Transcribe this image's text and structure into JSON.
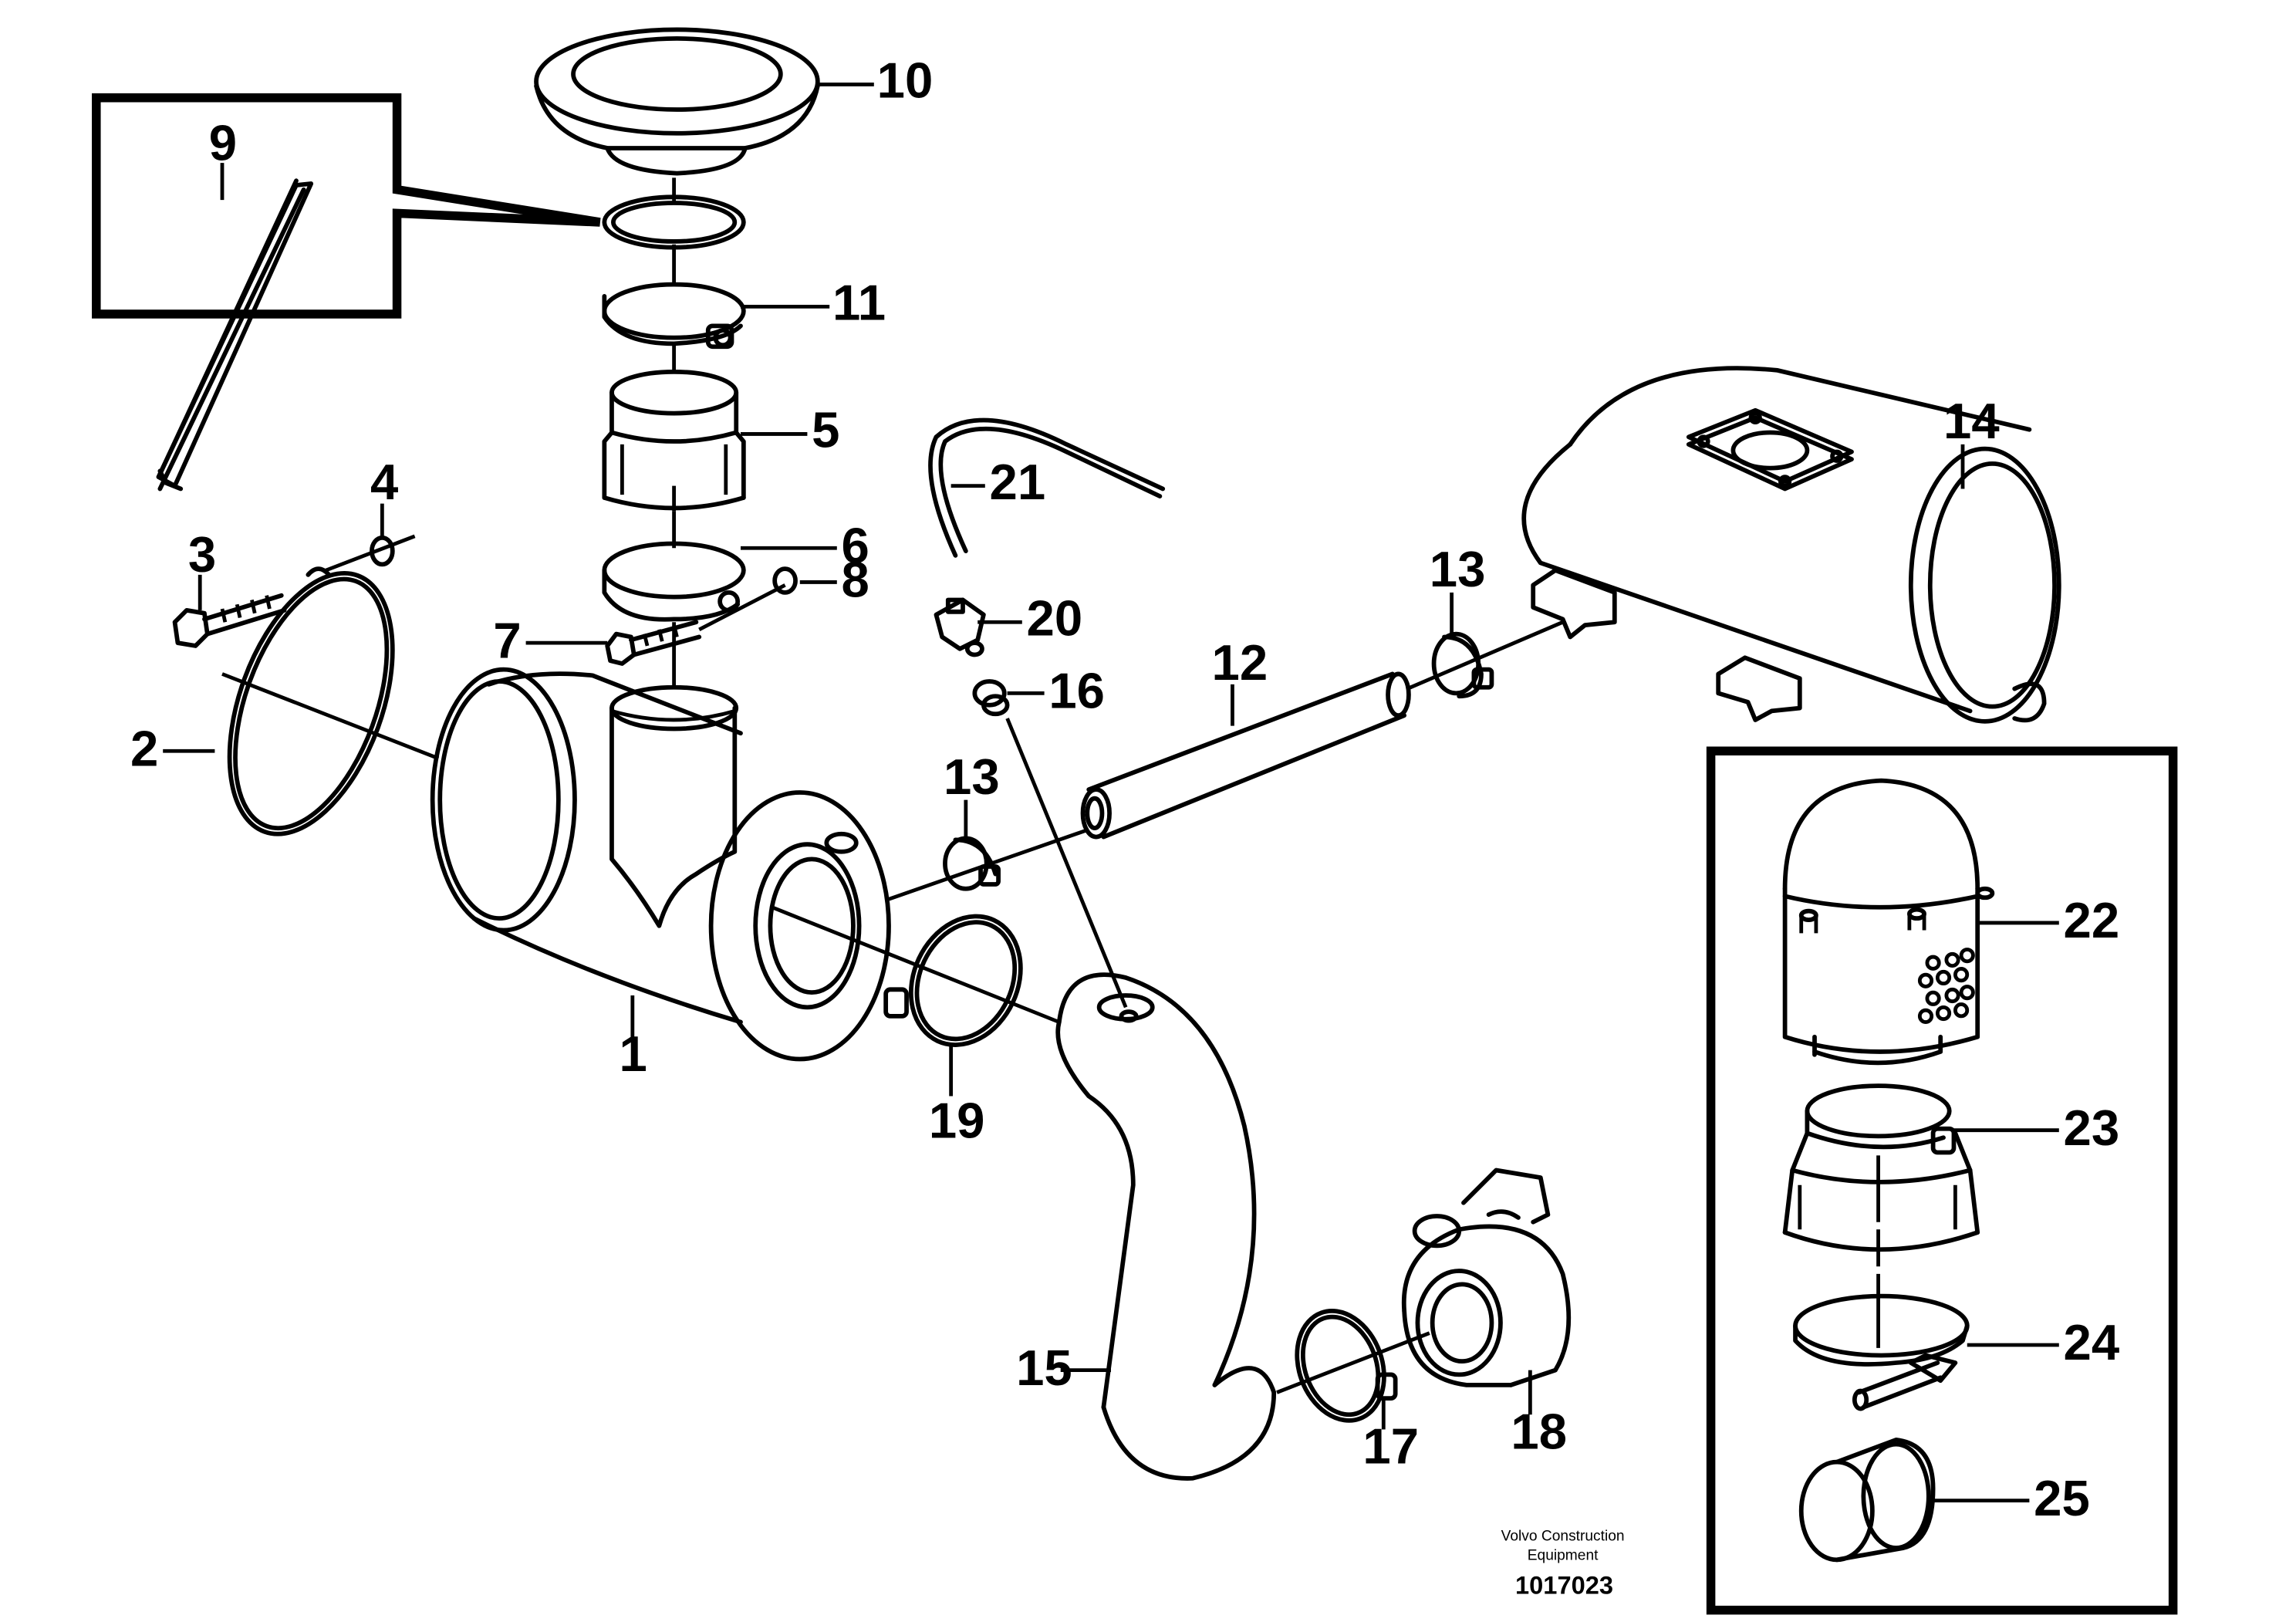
{
  "callouts": {
    "c1": "1",
    "c2": "2",
    "c3": "3",
    "c4": "4",
    "c5": "5",
    "c6": "6",
    "c7": "7",
    "c8": "8",
    "c9": "9",
    "c10": "10",
    "c11": "11",
    "c12": "12",
    "c13a": "13",
    "c13b": "13",
    "c14": "14",
    "c15": "15",
    "c16": "16",
    "c17": "17",
    "c18": "18",
    "c19": "19",
    "c20": "20",
    "c21": "21",
    "c22": "22",
    "c23": "23",
    "c24": "24",
    "c25": "25"
  },
  "footer": {
    "brand_line1": "Volvo Construction",
    "brand_line2": "Equipment",
    "doc_number": "1017023"
  }
}
